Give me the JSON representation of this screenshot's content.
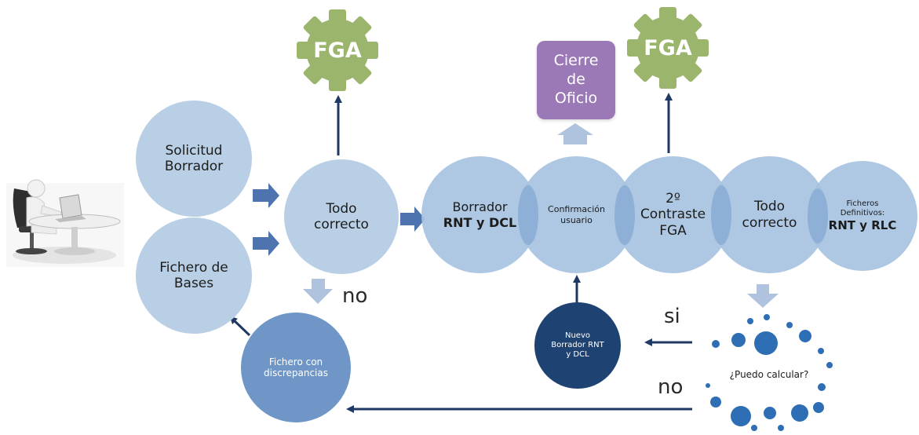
{
  "nodes": {
    "solicitud_borrador": "Solicitud Borrador",
    "fichero_bases": "Fichero de Bases",
    "todo_correcto_1": "Todo correcto",
    "borrador_line1": "Borrador",
    "borrador_line2": "RNT y DCL",
    "confirmacion": "Confirmación usuario",
    "contraste_line1": "2º",
    "contraste_line2": "Contraste",
    "contraste_line3": "FGA",
    "todo_correcto_2": "Todo correcto",
    "ficheros_line1": "Ficheros",
    "ficheros_line2": "Definitivos:",
    "ficheros_line3": "RNT y RLC",
    "fichero_discrepancias": "Fichero con discrepancias",
    "nuevo_borrador": "Nuevo Borrador RNT y DCL",
    "puedo_calcular": "¿Puedo calcular?"
  },
  "gears": {
    "fga_left": "FGA",
    "fga_right": "FGA"
  },
  "boxes": {
    "cierre_oficio": "Cierre de Oficio"
  },
  "labels": {
    "no_top": "no",
    "si": "si",
    "no_bottom": "no"
  },
  "colors": {
    "light_circle": "#b9cfe5",
    "medium_circle": "#6f96c6",
    "dark_circle": "#1e4272",
    "gear": "#9bb56d",
    "purple_box": "#9b79b7",
    "arrow_dark": "#1f3864",
    "arrow_block": "#4d74ae",
    "arrow_light": "#afc3de",
    "dot_blue": "#2e6eb5"
  },
  "icons": {
    "user_at_desk": "person-at-desk-with-laptop-icon",
    "gear": "gear-icon"
  }
}
